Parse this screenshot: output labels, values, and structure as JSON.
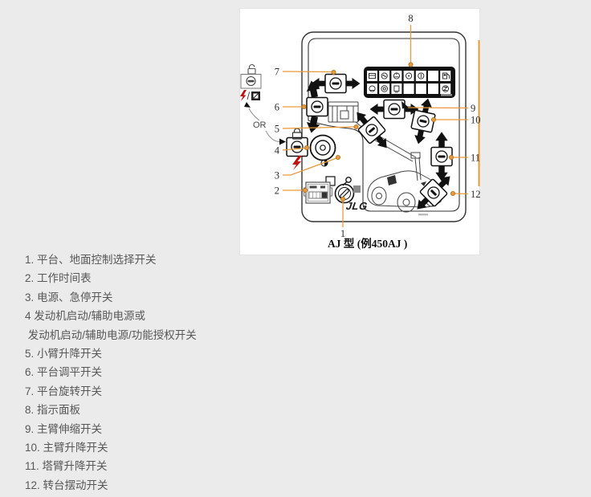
{
  "legend": {
    "items": [
      "1. 平台、地面控制选择开关",
      "2. 工作时间表",
      "3. 电源、急停开关",
      "4 发动机启动/辅助电源或",
      " 发动机启动/辅助电源/功能授权开关",
      "5. 小臂升降开关",
      "6. 平台调平开关",
      "7. 平台旋转开关",
      "8. 指示面板",
      "9. 主臂伸缩开关",
      "10. 主臂升降开关",
      "11. 塔臂升降开关",
      "12. 转台摆动开关"
    ]
  },
  "diagram": {
    "caption": "AJ 型 (例450AJ )",
    "brand": "JLG",
    "or_label": "OR",
    "slash": "/",
    "callouts": {
      "c1": "1",
      "c2": "2",
      "c3": "3",
      "c4": "4",
      "c5": "5",
      "c6": "6",
      "c7": "7",
      "c8": "8",
      "c9": "9",
      "c10": "10",
      "c11": "11",
      "c12": "12"
    },
    "colors": {
      "background": "#ebebeb",
      "card": "#ffffff",
      "leader": "#e89a3c",
      "leader_dot_ring": "#a96f1f",
      "lightning_red": "#bb1111",
      "panel_black": "#111111"
    },
    "indicator_panel": {
      "rows": 2,
      "cols": 7,
      "cells_with_icons": [
        "r1c1",
        "r1c2",
        "r1c3",
        "r1c4",
        "r1c5",
        "r1c7",
        "r2c1",
        "r2c2",
        "r2c3",
        "r2c7"
      ],
      "empty_cells": [
        "r1c6",
        "r2c4",
        "r2c5",
        "r2c6"
      ]
    }
  }
}
